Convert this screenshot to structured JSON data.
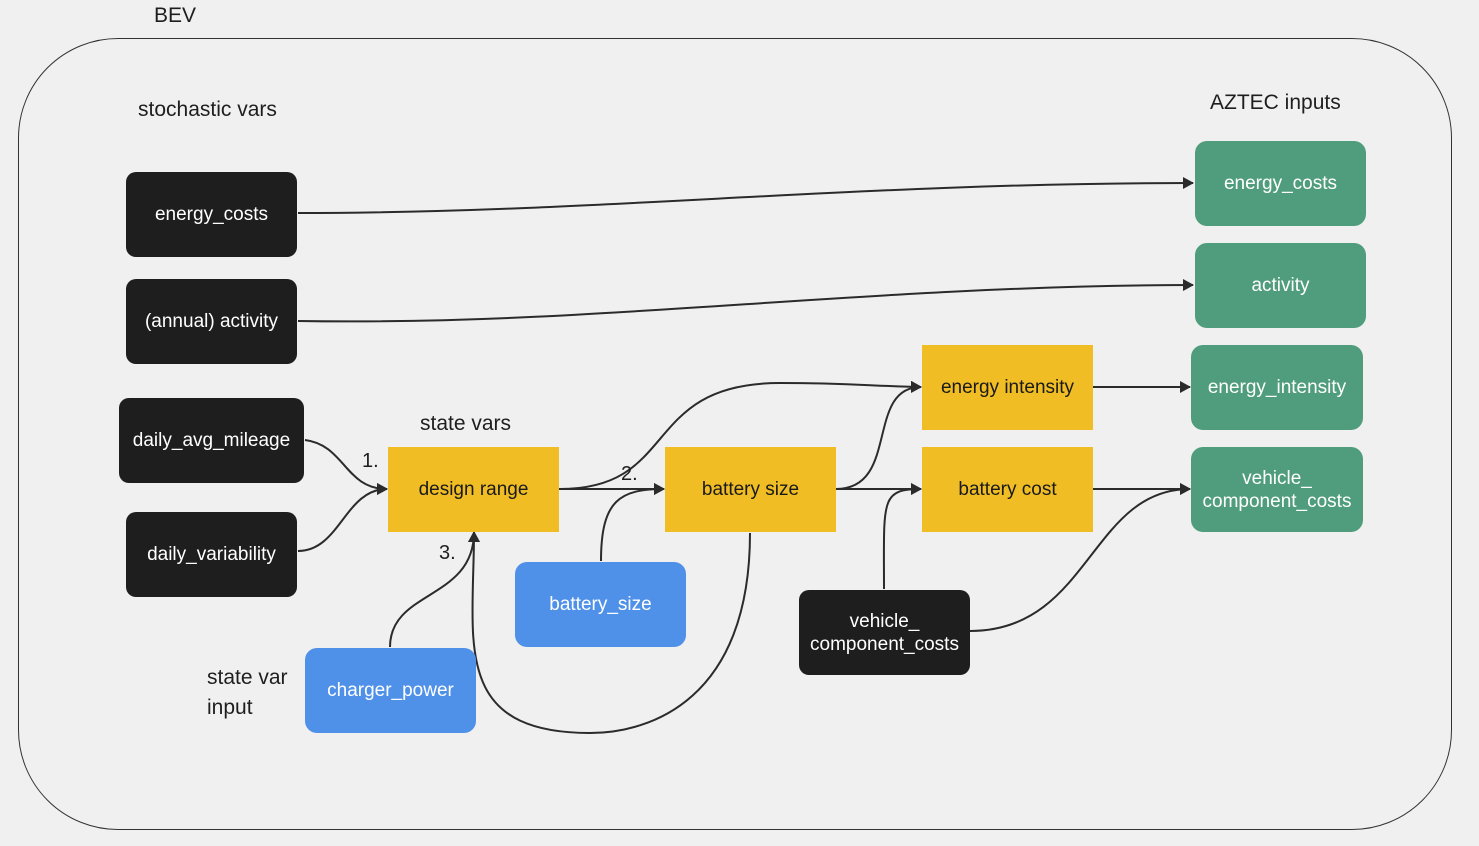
{
  "group": {
    "title": "BEV"
  },
  "labels": {
    "stochastic": "stochastic vars",
    "aztec": "AZTEC inputs",
    "state_vars": "state vars",
    "state_var_input": "state var\ninput"
  },
  "steps": {
    "one": "1.",
    "two": "2.",
    "three": "3."
  },
  "nodes": {
    "energy_costs_in": "energy_costs",
    "annual_activity": "(annual) activity",
    "daily_avg_mileage": "daily_avg_mileage",
    "daily_variability": "daily_variability",
    "design_range": "design range",
    "battery_size_state": "battery size",
    "energy_intensity_state": "energy intensity",
    "battery_cost": "battery cost",
    "battery_size_input": "battery_size",
    "charger_power": "charger_power",
    "vehicle_component_costs_in": "vehicle_\ncomponent_costs",
    "energy_costs_out": "energy_costs",
    "activity_out": "activity",
    "energy_intensity_out": "energy_intensity",
    "vehicle_component_costs_out": "vehicle_\ncomponent_costs"
  },
  "colors": {
    "stochastic": "#1e1e1e",
    "aztec_output": "#4f9d7c",
    "state_input": "#4f90e8",
    "state_var": "#f0bd25",
    "edge": "#2b2b2b"
  }
}
